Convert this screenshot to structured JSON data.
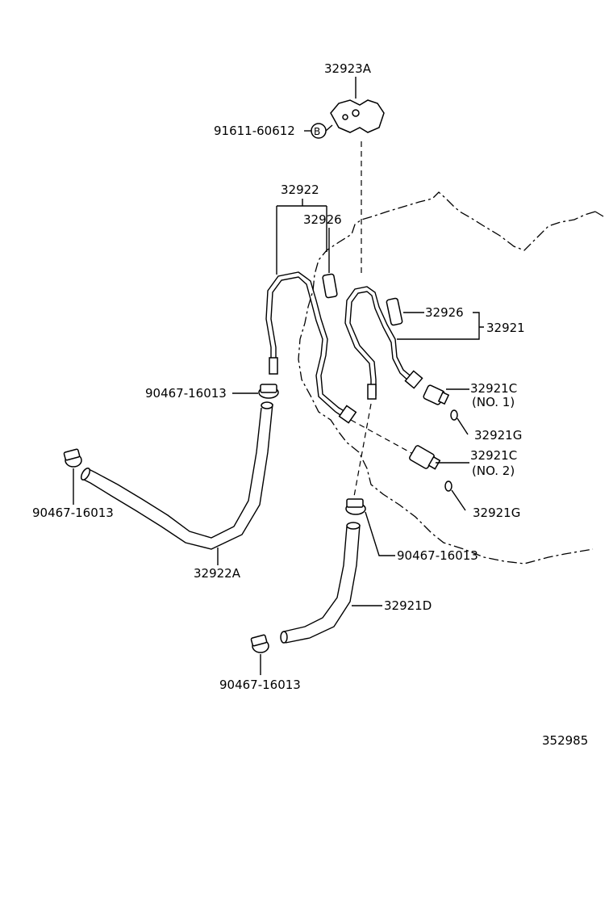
{
  "diagram": {
    "labels": {
      "clamp_top": "32923A",
      "bolt": "91611-60612",
      "bolt_marker": "B",
      "tube_left": "32922",
      "sleeve_left": "32926",
      "sleeve_right": "32926",
      "tube_right": "32921",
      "union1": "32921C",
      "union1_note": "(NO. 1)",
      "gasket1": "32921G",
      "union2": "32921C",
      "union2_note": "(NO. 2)",
      "gasket2": "32921G",
      "clip_a": "90467-16013",
      "clip_b": "90467-16013",
      "clip_c": "90467-16013",
      "clip_d": "90467-16013",
      "hose_left": "32922A",
      "hose_right": "32921D",
      "ref": "352985"
    }
  }
}
